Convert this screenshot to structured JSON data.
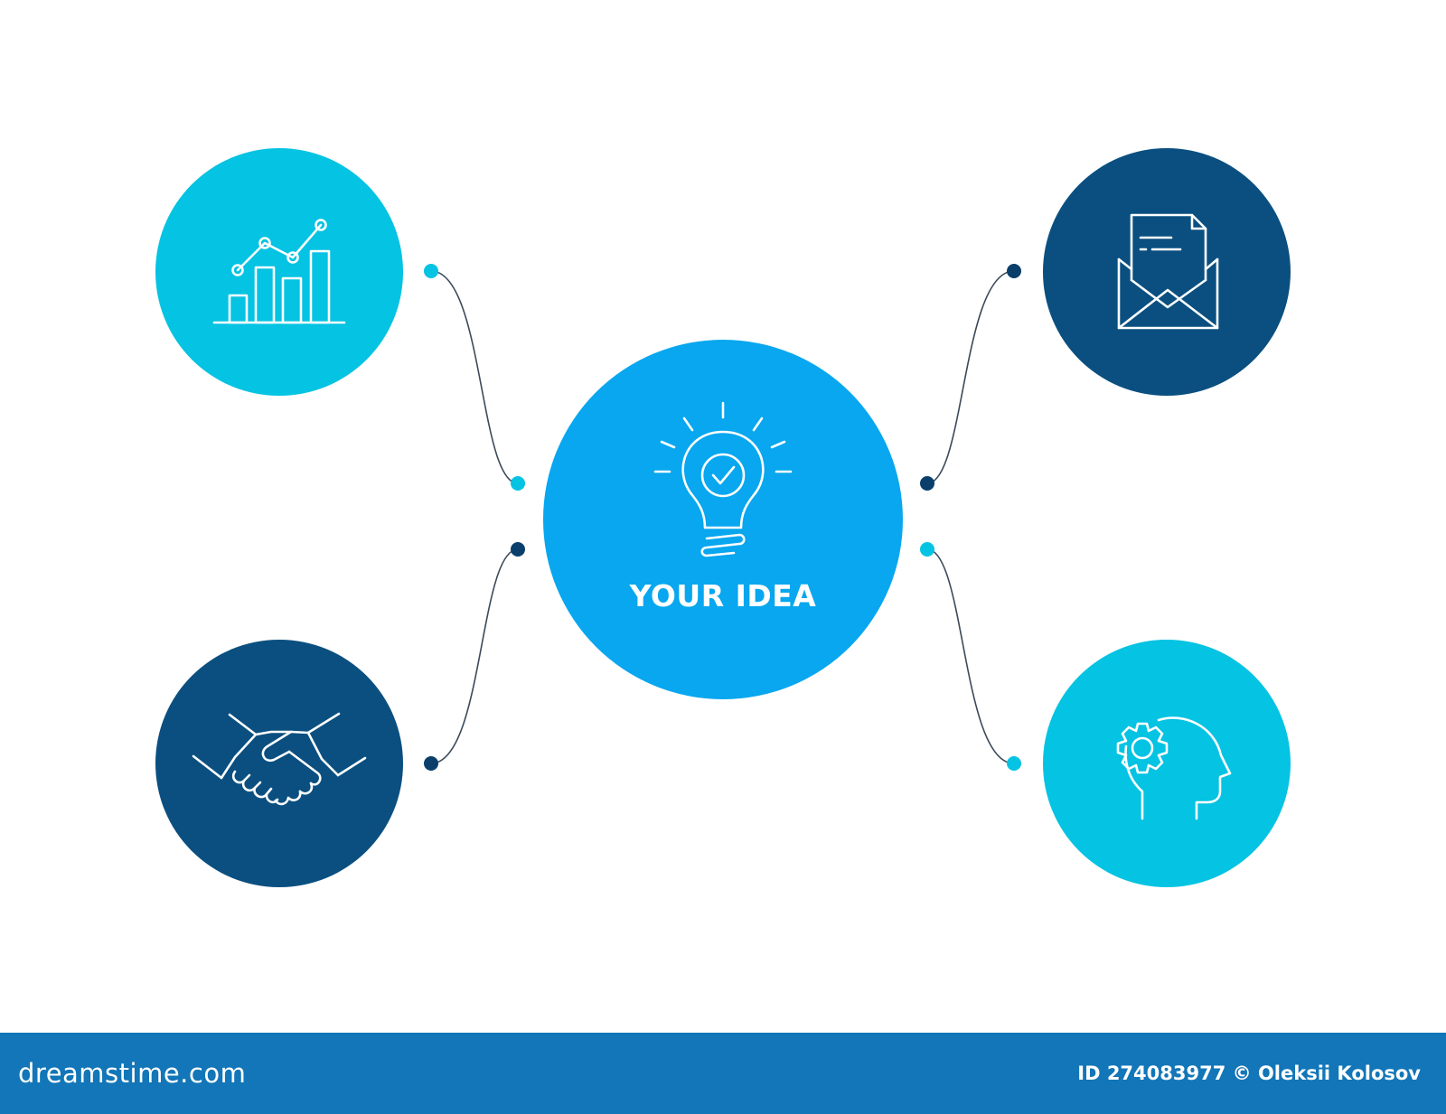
{
  "center": {
    "title": "YOUR IDEA",
    "color": "#08a7ef",
    "icon": "lightbulb-check-icon"
  },
  "nodes": [
    {
      "id": "top-left",
      "icon": "bar-chart-growth-icon",
      "color": "#05c3e2"
    },
    {
      "id": "top-right",
      "icon": "envelope-letter-icon",
      "color": "#0a4f80"
    },
    {
      "id": "bottom-left",
      "icon": "handshake-icon",
      "color": "#0a4f80"
    },
    {
      "id": "bottom-right",
      "icon": "head-gear-icon",
      "color": "#05c3e2"
    }
  ],
  "connector_dot_colors": {
    "light": "#05c3e2",
    "dark": "#0a3f6b"
  },
  "footer": {
    "brand": "dreamstime.com",
    "credit": "ID 274083977 © Oleksii Kolosov",
    "color": "#1276b8"
  }
}
